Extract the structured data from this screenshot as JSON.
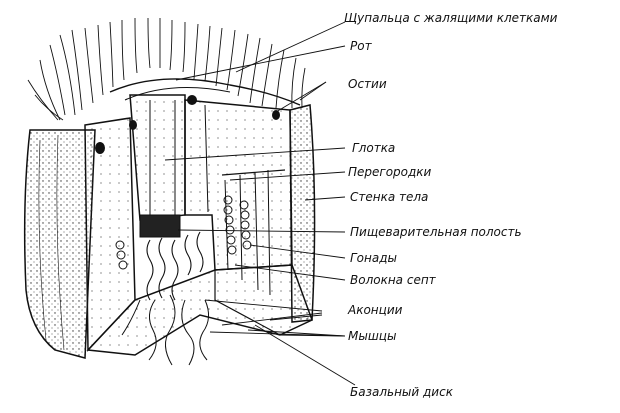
{
  "labels": {
    "tentacles": "Щупальца с жалящими клетками",
    "mouth": "Рот",
    "ostia": "Остии",
    "pharynx": "Глотка",
    "septa": "Перегородки",
    "body_wall": "Стенка тела",
    "gastric_cavity": "Пищеварительная полость",
    "gonads": "Гонады",
    "septal_filaments": "Волокна септ",
    "acontia": "Аконции",
    "muscles": "Мышцы",
    "basal_disc": "Базальный диск"
  },
  "colors": {
    "ink": "#111111",
    "paper": "#ffffff"
  }
}
